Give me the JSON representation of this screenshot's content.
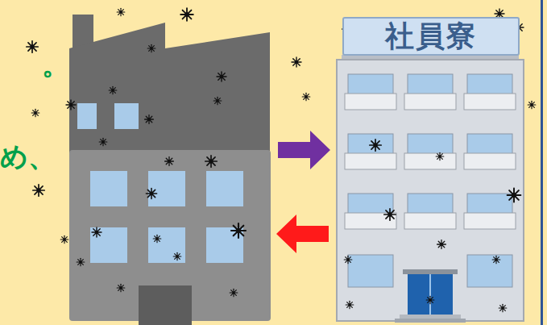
{
  "diagram": {
    "nodes": [
      {
        "text": [
          "社員寮"
        ]
      }
    ],
    "labels": [
      "。",
      "め、"
    ]
  }
}
